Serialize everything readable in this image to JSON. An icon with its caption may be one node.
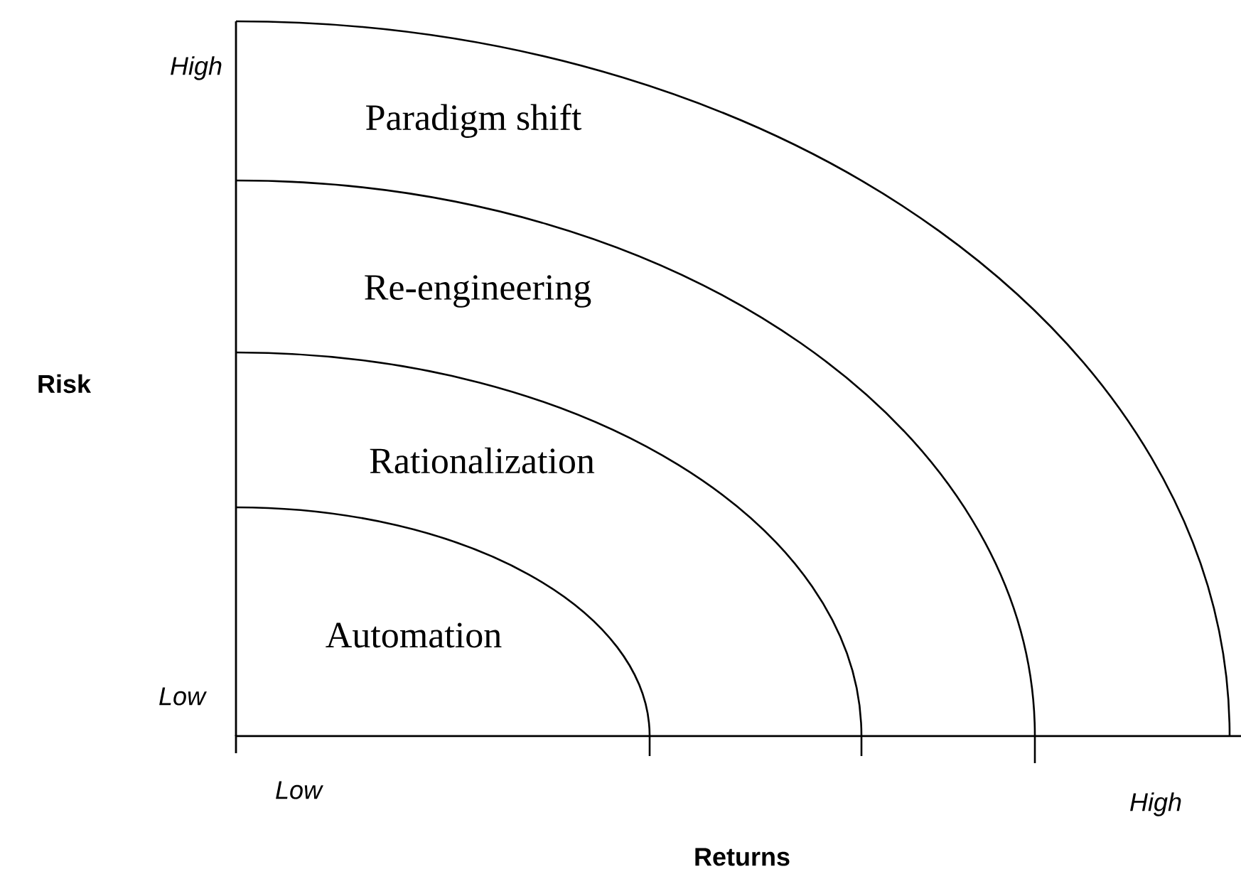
{
  "diagram": {
    "nodes": [
      {
        "text": [
          "Paradigm shift"
        ]
      },
      {
        "text": [
          "Re-engineering"
        ],
        "in": 0
      },
      {
        "text": [
          "Rationalization"
        ],
        "in": 1
      },
      {
        "text": [
          "Automation"
        ],
        "in": 2
      }
    ],
    "labels": [
      "High",
      "Risk",
      "Low",
      "Low",
      "High",
      "Returns"
    ]
  }
}
